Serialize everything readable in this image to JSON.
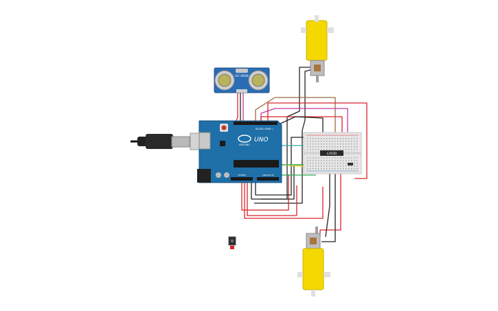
{
  "labels": {
    "sensor_model": "HC-SR04",
    "driver_ic": "L293D",
    "board_brand": "ARDUINO",
    "board_model": "UNO",
    "digital_header": "DIGITAL (PWM~)",
    "power_header": "POWER",
    "analog_header": "ANALOG IN"
  },
  "colors": {
    "board": "#1f6fa8",
    "motor_yellow": "#f5d800",
    "sensor_blue": "#2a6db4",
    "breadboard": "#e6e6e6",
    "wire_red": "#d8232a",
    "wire_black": "#222222",
    "wire_brown": "#9a6b3c",
    "wire_magenta": "#c2389b",
    "wire_yellow": "#e8d21a",
    "wire_green": "#2fa84f",
    "wire_teal": "#2aa9a0"
  },
  "components": [
    {
      "name": "arduino-uno",
      "type": "microcontroller"
    },
    {
      "name": "ultrasonic-sensor",
      "type": "sensor"
    },
    {
      "name": "breadboard",
      "type": "prototyping-board"
    },
    {
      "name": "motor-driver-chip",
      "type": "ic"
    },
    {
      "name": "dc-motor-top",
      "type": "motor"
    },
    {
      "name": "dc-motor-bottom",
      "type": "motor"
    },
    {
      "name": "usb-cable",
      "type": "cable"
    },
    {
      "name": "ir-receiver",
      "type": "sensor"
    }
  ]
}
